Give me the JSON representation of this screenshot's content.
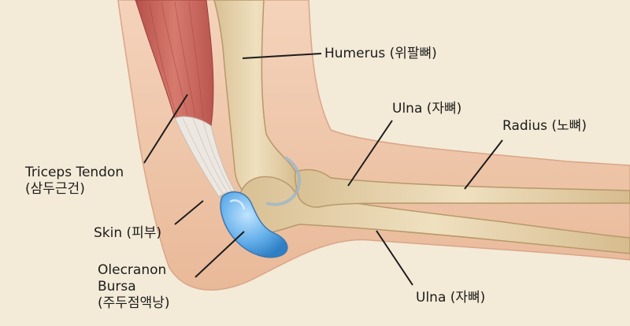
{
  "labels": {
    "humerus": "Humerus (위팔뼈)",
    "ulna_top": "Ulna (자뼈)",
    "radius": "Radius (노뼈)",
    "triceps_line1": "Triceps Tendon",
    "triceps_line2": "(삼두근건)",
    "skin": "Skin (피부)",
    "bursa_line1": "Olecranon",
    "bursa_line2": "Bursa",
    "bursa_line3": "(주두점액낭)",
    "ulna_bottom": "Ulna (자뼈)"
  },
  "colors": {
    "background": "#f3ead7",
    "skin": "#f0c9ad",
    "bone": "#e6d1a8",
    "muscle": "#c8625a",
    "bursa": "#5fa9e6",
    "leader_line": "#1c1c1c"
  }
}
